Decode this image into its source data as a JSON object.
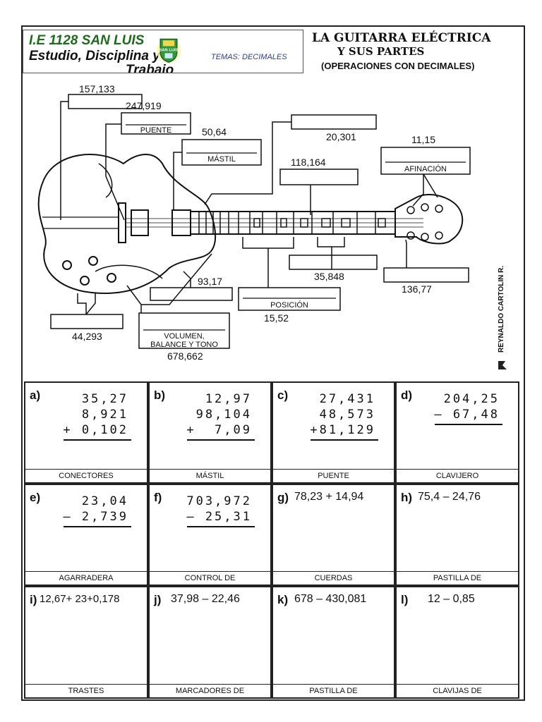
{
  "header": {
    "school": "I.E 1128 SAN LUIS",
    "motto_line1": "Estudio, Disciplina y",
    "motto_line2": "Trabajo",
    "temas": "TEMAS: DECIMALES",
    "logo_text": "SAN LUIS"
  },
  "title": {
    "line1": "LA GUITARRA ELÉCTRICA",
    "line2": "Y SUS PARTES",
    "line3": "(OPERACIONES CON DECIMALES)"
  },
  "diagram": {
    "numbers": [
      "157,133",
      "247,919",
      "50,64",
      "20,301",
      "11,15",
      "118,164",
      "35,848",
      "136,77",
      "93,17",
      "15,52",
      "44,293",
      "678,662"
    ],
    "labels": {
      "puente": "PUENTE",
      "mastil": "MÁSTIL",
      "afinacion": "AFINACIÓN",
      "posicion": "POSICIÓN",
      "volumen1": "VOLUMEN,",
      "volumen2": "BALANCE Y TONO"
    },
    "author": "REYNALDO CARTOLIN R."
  },
  "exercises": [
    {
      "letter": "a)",
      "lines": [
        "35,27",
        "8,921",
        "+ 0,102"
      ],
      "footer": "CONECTORES"
    },
    {
      "letter": "b)",
      "lines": [
        "12,97",
        "98,104",
        "+  7,09"
      ],
      "footer": "MÁSTIL"
    },
    {
      "letter": "c)",
      "lines": [
        "27,431",
        "48,573",
        "+81,129"
      ],
      "footer": "PUENTE"
    },
    {
      "letter": "d)",
      "lines": [
        "204,25",
        "– 67,48"
      ],
      "footer": "CLAVIJERO"
    },
    {
      "letter": "e)",
      "lines": [
        "23,04",
        "– 2,739"
      ],
      "footer": "AGARRADERA"
    },
    {
      "letter": "f)",
      "lines": [
        "703,972",
        "– 25,31"
      ],
      "footer": "CONTROL DE"
    },
    {
      "letter": "g)",
      "expr": "78,23 + 14,94",
      "footer": "CUERDAS"
    },
    {
      "letter": "h)",
      "expr": "75,4 – 24,76",
      "footer": "PASTILLA DE"
    },
    {
      "letter": "i)",
      "expr": "12,67+ 23+0,178",
      "footer": "TRASTES"
    },
    {
      "letter": "j)",
      "expr": "37,98 – 22,46",
      "footer": "MARCADORES DE"
    },
    {
      "letter": "k)",
      "expr": "678 – 430,081",
      "footer": "PASTILLA DE"
    },
    {
      "letter": "l)",
      "expr": "12 – 0,85",
      "footer": "CLAVIJAS DE"
    }
  ]
}
